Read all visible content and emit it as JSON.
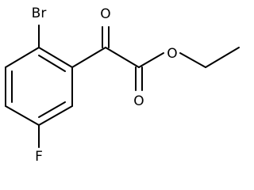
{
  "molecule": {
    "atoms": {
      "bromine": "Br",
      "fluorine": "F",
      "ketone_oxygen": "O",
      "carbonyl_oxygen": "O",
      "ester_oxygen": "O"
    }
  },
  "colors": {
    "bond": "#000000",
    "label": "#000000",
    "background": "#ffffff"
  }
}
